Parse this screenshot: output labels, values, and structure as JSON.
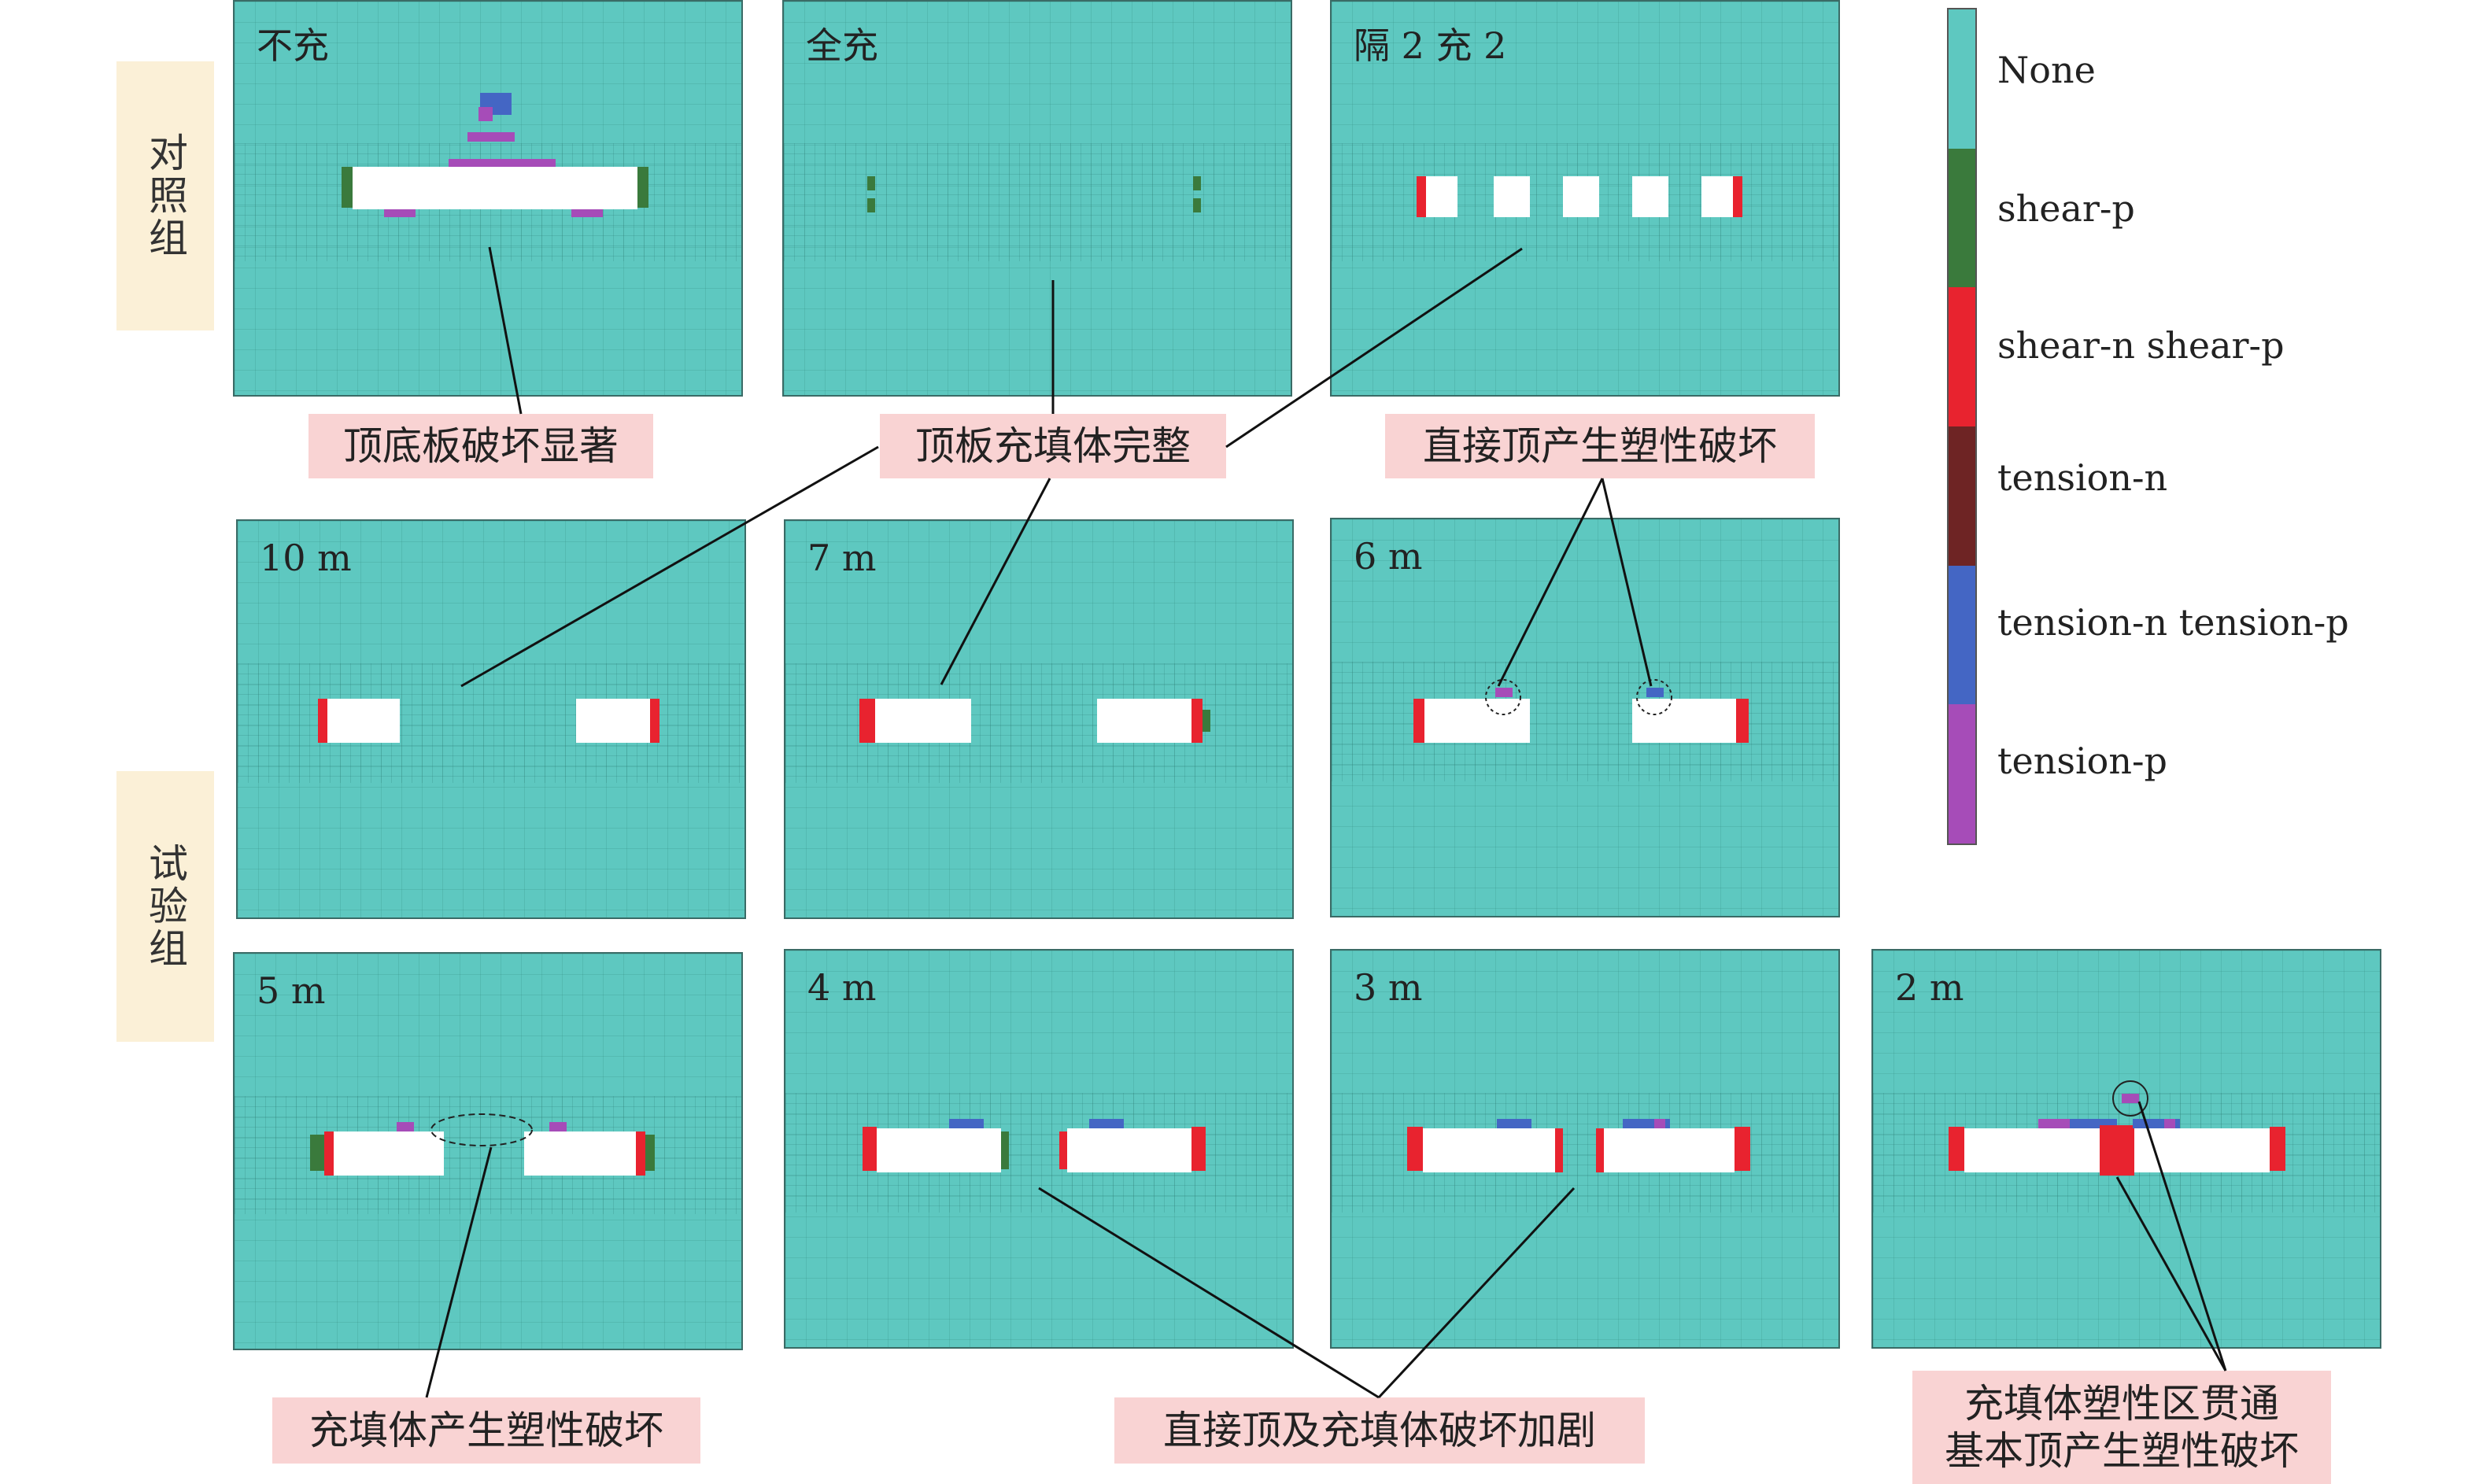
{
  "groups": {
    "control": "对照组",
    "test": "试验组"
  },
  "panels": [
    {
      "id": "p1",
      "title": "不充"
    },
    {
      "id": "p2",
      "title": "全充"
    },
    {
      "id": "p3",
      "title": "隔 2 充 2"
    },
    {
      "id": "p4",
      "title": "10 m"
    },
    {
      "id": "p5",
      "title": "7 m"
    },
    {
      "id": "p6",
      "title": "6 m"
    },
    {
      "id": "p7",
      "title": "5 m"
    },
    {
      "id": "p8",
      "title": "4 m"
    },
    {
      "id": "p9",
      "title": "3 m"
    },
    {
      "id": "p10",
      "title": "2 m"
    }
  ],
  "callouts": {
    "roof_floor_damage": "顶底板破坏显著",
    "roof_fill_intact": "顶板充填体完整",
    "immediate_roof_plastic": "直接顶产生塑性破坏",
    "fill_plastic": "充填体产生塑性破坏",
    "roof_fill_damage_worse": "直接顶及充填体破坏加剧",
    "fill_zone_connected_line1": "充填体塑性区贯通",
    "fill_zone_connected_line2": "基本顶产生塑性破坏"
  },
  "legend": [
    {
      "label": "None",
      "color": "#5ec8c0"
    },
    {
      "label": "shear-p",
      "color": "#3a7a3c"
    },
    {
      "label": "shear-n shear-p",
      "color": "#e8232f"
    },
    {
      "label": "tension-n",
      "color": "#6e2424"
    },
    {
      "label": "tension-n tension-p",
      "color": "#4466c4"
    },
    {
      "label": "tension-p",
      "color": "#a64cb8"
    }
  ]
}
